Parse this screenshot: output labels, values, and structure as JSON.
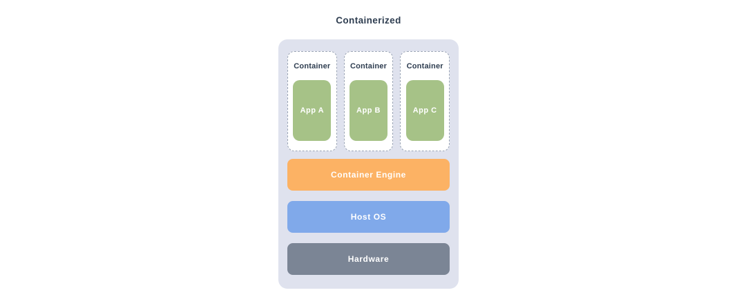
{
  "title": "Containerized",
  "containers": [
    {
      "label": "Container",
      "app": "App A"
    },
    {
      "label": "Container",
      "app": "App B"
    },
    {
      "label": "Container",
      "app": "App C"
    }
  ],
  "layers": [
    {
      "label": "Container Engine"
    },
    {
      "label": "Host OS"
    },
    {
      "label": "Hardware"
    }
  ],
  "colors": {
    "panel_bg": "#dfe2ee",
    "container_box_bg": "#ffffff",
    "container_box_border": "#9aa4b5",
    "app_box_bg": "#a6c287",
    "container_engine_bg": "#fcb264",
    "host_os_bg": "#80a9ea",
    "hardware_bg": "#7b8595",
    "dark_text": "#2e3d50",
    "light_text": "#ffffff"
  }
}
